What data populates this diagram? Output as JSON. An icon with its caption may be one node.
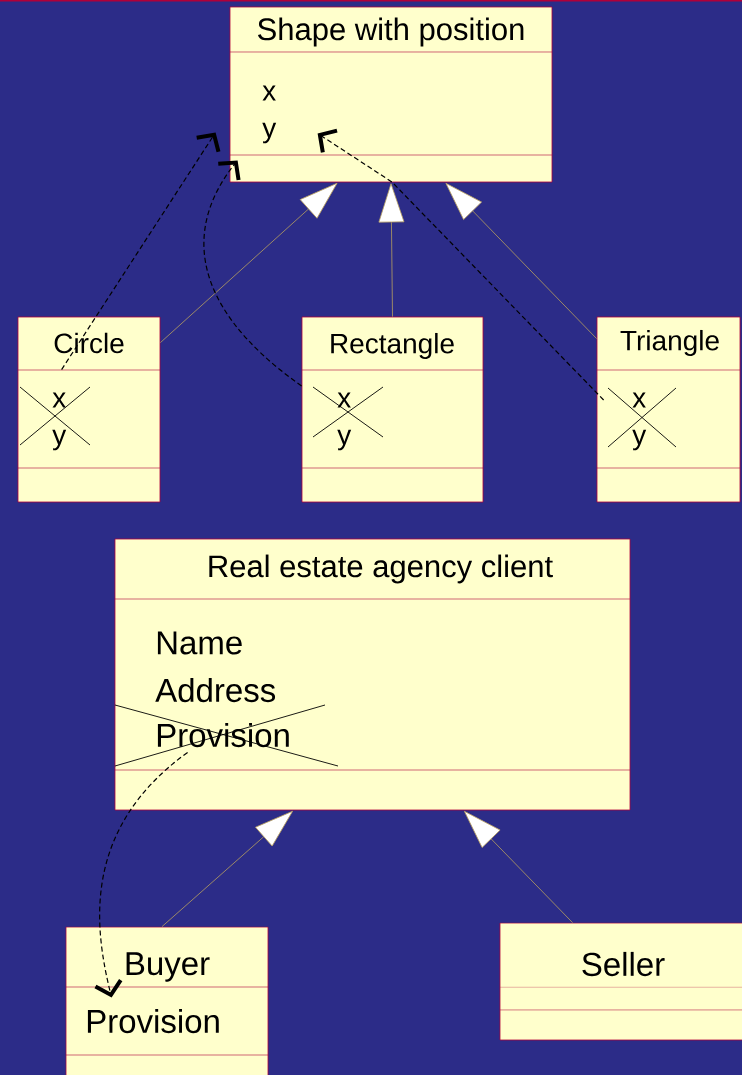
{
  "diagram": {
    "nodes": [
      {
        "text": [
          "Shape with position",
          "x",
          "y"
        ]
      },
      {
        "text": [
          "Circle",
          "x",
          "y"
        ]
      },
      {
        "text": [
          "Rectangle",
          "x",
          "y"
        ]
      },
      {
        "text": [
          "Triangle",
          "x",
          "y"
        ]
      },
      {
        "text": [
          "Real estate agency client",
          "Name",
          "Address",
          "Provision"
        ]
      },
      {
        "text": [
          "Buyer",
          "Provision"
        ]
      },
      {
        "text": [
          "Seller"
        ]
      }
    ],
    "edges": [
      {
        "from": 1,
        "to": 0,
        "arrow": "to"
      },
      {
        "from": 2,
        "to": 0,
        "arrow": "to"
      },
      {
        "from": 3,
        "to": 0,
        "arrow": "to"
      },
      {
        "from": 1,
        "to": 0,
        "arrow": "to",
        "style": "dashed",
        "color": "#000000"
      },
      {
        "from": 2,
        "to": 0,
        "arrow": "to",
        "style": "dashed",
        "color": "#000000"
      },
      {
        "from": 3,
        "to": 0,
        "arrow": "to",
        "style": "dashed",
        "color": "#000000"
      },
      {
        "from": 4,
        "to": 5,
        "arrow": "to",
        "style": "dashed",
        "color": "#000000"
      },
      {
        "from": 5,
        "to": 4,
        "arrow": "to"
      },
      {
        "from": 6,
        "to": 4,
        "arrow": "to"
      }
    ]
  }
}
